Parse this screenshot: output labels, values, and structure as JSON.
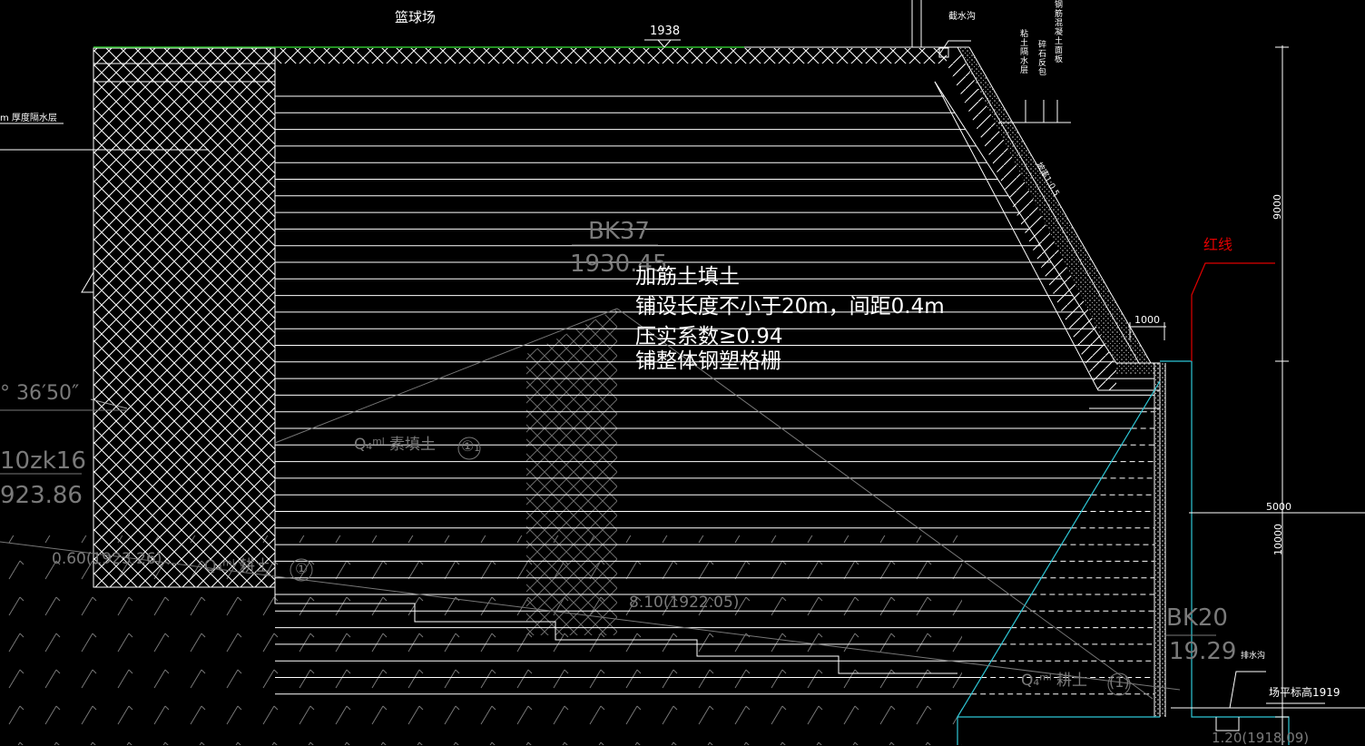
{
  "labels": {
    "court": "篮球场",
    "elev_top": "1938",
    "waterproof_left": "m 厚度隔水层",
    "drain_ditch_top": "截水沟",
    "layer_clay": "粘土隔水层",
    "layer_gravel": "碎石反包",
    "layer_concrete": "钢筋混凝土面板",
    "slope_ratio": "坡率1:0.5",
    "redline": "红线",
    "dim_9000": "9000",
    "dim_1000": "1000",
    "dim_5000": "5000",
    "dim_10000": "10000",
    "angle": "° 36′50″",
    "bore_left_name": "10zk16",
    "bore_left_elev": "923.86",
    "bk37_name": "BK37",
    "bk37_elev": "1930.45",
    "note_1": "加筋土填土",
    "note_2": "铺设长度不小于20m，间距0.4m",
    "note_3": "压实系数≥0.94",
    "note_4": "铺整体钢塑格栅",
    "soil_fill": "Q₄ᵐˡ 素填土",
    "soil_fill_circ": "①₁",
    "depth_left": "0.60(1923.26)",
    "soil_left": "Q₄ᵐˡ 耕土",
    "soil_left_circ": "①",
    "depth_mid": "8.10(1922.05)",
    "bk20_name": "BK20",
    "bk20_elev": "19.29",
    "soil_right": "Q₄ᵐˡ 耕土",
    "soil_right_circ": "(1)",
    "drain_ditch_bottom": "排水沟",
    "site_elev": "场平标高1919",
    "bottom_depth": "1.20(1918.09)"
  }
}
